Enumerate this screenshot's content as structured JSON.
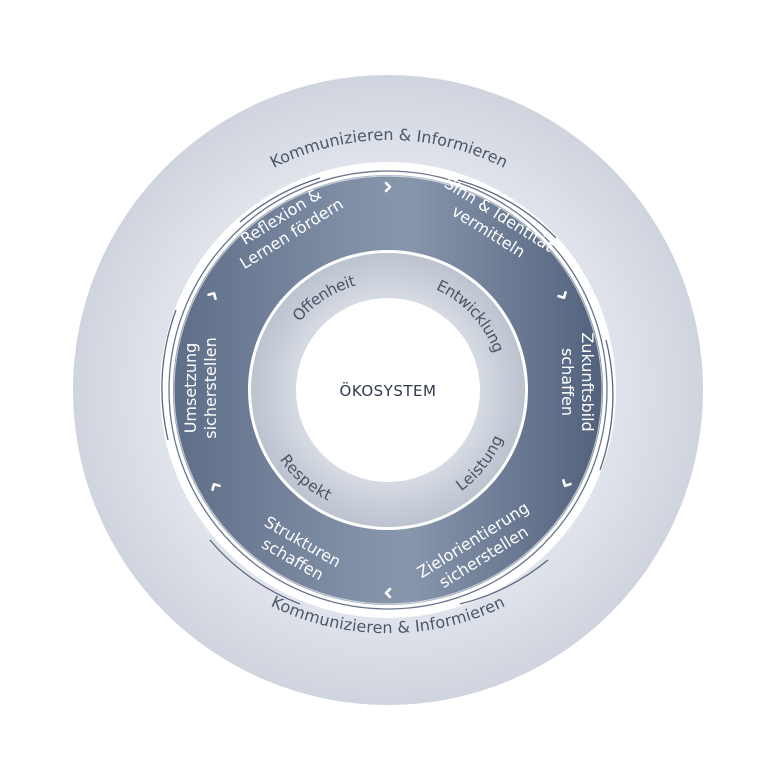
{
  "center": {
    "label": "ÖKOSYSTEM"
  },
  "outer_ring": {
    "top_label": "Kommunizieren & Informieren",
    "bottom_label": "Kommunizieren & Informieren"
  },
  "process_ring": {
    "segments": [
      {
        "lines": [
          "Sinn & Identität",
          "vermitteln"
        ]
      },
      {
        "lines": [
          "Zukunftsbild",
          "schaffen"
        ]
      },
      {
        "lines": [
          "Zielorientierung",
          "sicherstellen"
        ]
      },
      {
        "lines": [
          "Strukturen",
          "schaffen"
        ]
      },
      {
        "lines": [
          "Umsetzung",
          "sicherstellen"
        ]
      },
      {
        "lines": [
          "Reflexion &",
          "Lernen fördern"
        ]
      }
    ]
  },
  "values_ring": {
    "items": [
      {
        "label": "Entwicklung"
      },
      {
        "label": "Leistung"
      },
      {
        "label": "Respekt"
      },
      {
        "label": "Offenheit"
      }
    ]
  },
  "colors": {
    "outer_ring": "#dde1e9",
    "process_ring_dark": "#56657f",
    "process_ring_light": "#9aa6ba",
    "values_ring": "#cfd4dd",
    "text_dark": "#4d5768"
  }
}
